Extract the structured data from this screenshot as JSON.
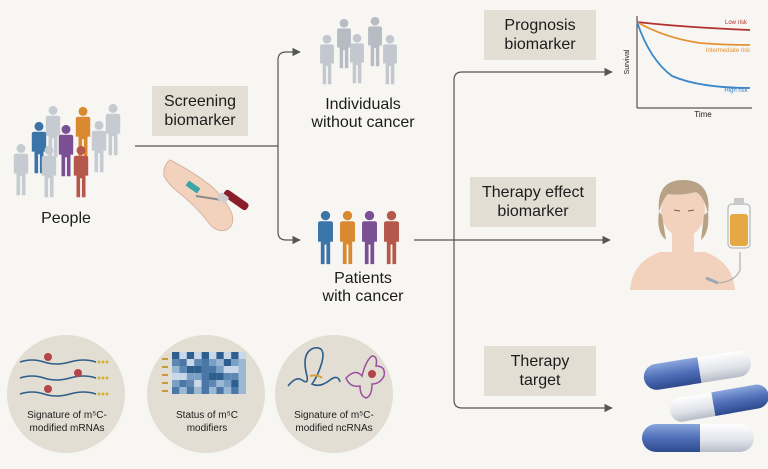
{
  "people_label": "People",
  "screening_label": "Screening\nbiomarker",
  "no_cancer_label": "Individuals\nwithout cancer",
  "cancer_label": "Patients\nwith cancer",
  "prognosis_label": "Prognosis\nbiomarker",
  "therapy_effect_label": "Therapy effect\nbiomarker",
  "therapy_target_label": "Therapy\ntarget",
  "circles": {
    "mrna": "Signature of m⁵C-\nmodified mRNAs",
    "modifiers": "Status of m⁵C\nmodifiers",
    "ncrna": "Signature of m⁵C-\nmodified ncRNAs"
  },
  "survival_chart": {
    "ylabel": "Survival",
    "xlabel": "Time",
    "low": "Low risk",
    "intermediate": "Intermediate risk",
    "high": "High risk"
  },
  "colors": {
    "box": "#e2ded3",
    "line": "#555555",
    "blue": "#3a74a8",
    "orange": "#d9892f",
    "purple": "#7a4f94",
    "red": "#b5574a",
    "gray": "#b7bcc3",
    "low_risk": "#b4312f",
    "intermediate_risk": "#e39233",
    "high_risk": "#3a87c8"
  }
}
